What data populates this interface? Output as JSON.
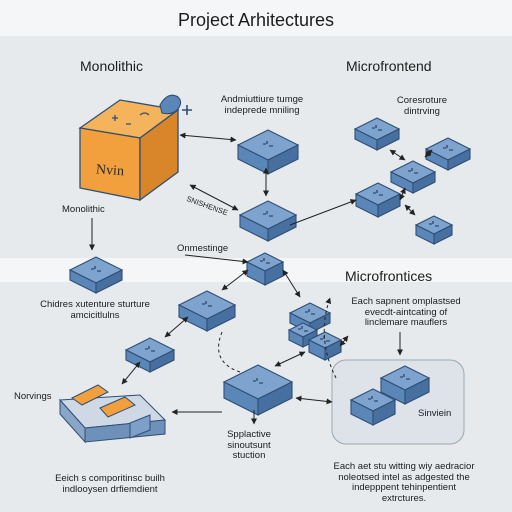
{
  "title": "Project Arhitectures",
  "sections": {
    "monolithic": "Monolithic",
    "microfrontend": "Microfrontend",
    "microfrontices": "Microfrontices"
  },
  "labels": {
    "top_center": "Andmiuttiure tumge\nindeprede mniling",
    "top_right": "Coresroture\ndintrving",
    "shunshense": "SNISHENSE",
    "monolithic_small": "Monolithic",
    "onmestinge": "Onmestinge",
    "chidres": "Chidres xutenture sturture\namcicitlulns",
    "each_sapnent": "Each sapnent omplastsed\nevecdt-aintcating of\nlinclemare mauflers",
    "norvings": "Norvings",
    "splactive": "Spplactive\nsinoutsunt\nstuction",
    "sinviein": "Sinviein",
    "bottom_left": "Eeich s comporitinsc builh\nindlooysen drfiemdient",
    "bottom_right": "Each aet stu witting wiy aedracior\nnoleotsed intel as adgested the\nindepppent tehinpentient\nextrctures."
  },
  "logo_text": "Nvin",
  "colors": {
    "band": "#e5e9ec",
    "block_fill": "#5b86b8",
    "block_stroke": "#2f4f75",
    "mono_front": "#f2a03d",
    "mono_top": "#f5b45c",
    "mono_side": "#d9862b",
    "arrow": "#222222",
    "card": "#dde3e8"
  }
}
